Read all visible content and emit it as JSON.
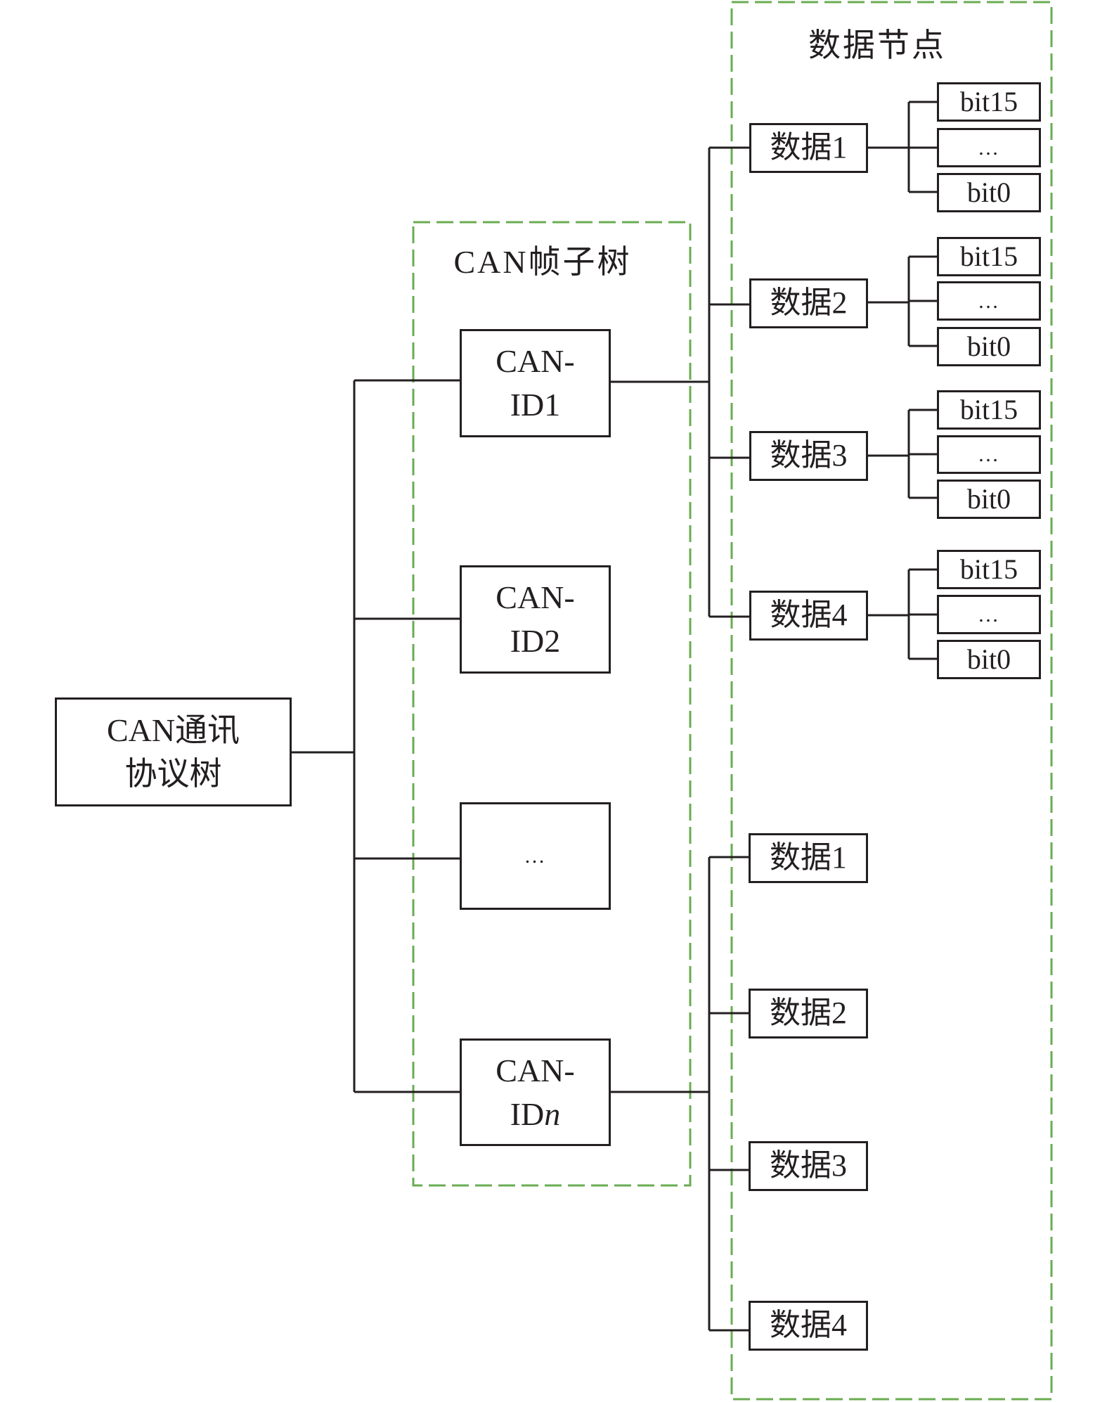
{
  "diagram": {
    "root": {
      "line1": "CAN通讯",
      "line2": "协议树"
    },
    "can_frame_group": {
      "title": "CAN帧子树",
      "nodes": [
        {
          "line1": "CAN-",
          "line2": "ID",
          "suffix": "1"
        },
        {
          "line1": "CAN-",
          "line2": "ID",
          "suffix": "2"
        },
        {
          "line1": "…",
          "line2": "",
          "suffix": ""
        },
        {
          "line1": "CAN-",
          "line2": "ID",
          "suffix": "n",
          "suffix_italic": true
        }
      ]
    },
    "data_node_group": {
      "title": "数据节点",
      "upper_data": [
        {
          "label": "数据1",
          "bits": [
            "bit15",
            "…",
            "bit0"
          ]
        },
        {
          "label": "数据2",
          "bits": [
            "bit15",
            "…",
            "bit0"
          ]
        },
        {
          "label": "数据3",
          "bits": [
            "bit15",
            "…",
            "bit0"
          ]
        },
        {
          "label": "数据4",
          "bits": [
            "bit15",
            "…",
            "bit0"
          ]
        }
      ],
      "lower_data": [
        {
          "label": "数据1"
        },
        {
          "label": "数据2"
        },
        {
          "label": "数据3"
        },
        {
          "label": "数据4"
        }
      ]
    },
    "colors": {
      "line": "#231f20",
      "group_border": "#6aac52",
      "background": "#ffffff"
    }
  }
}
